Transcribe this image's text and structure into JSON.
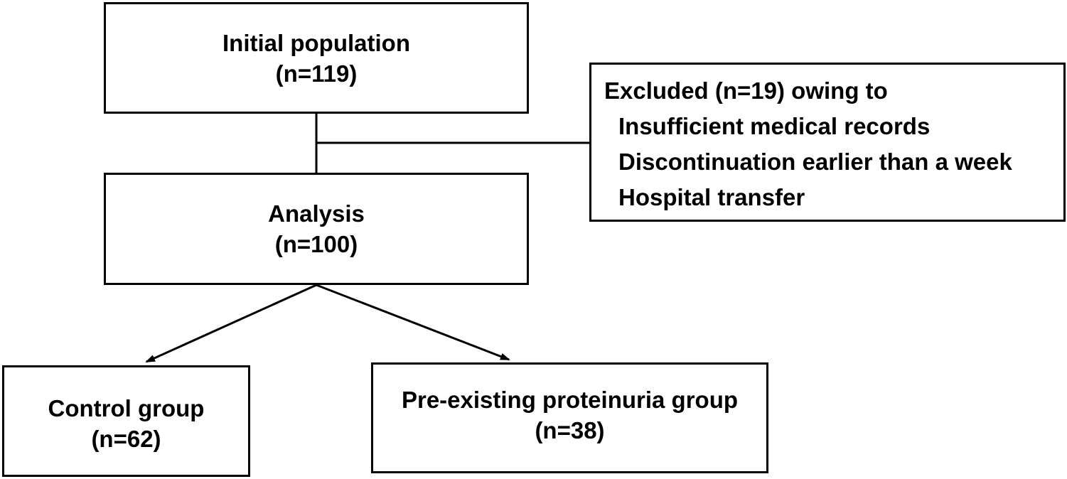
{
  "initial": {
    "title": "Initial population",
    "count": "(n=119)"
  },
  "excluded": {
    "title": "Excluded (n=19) owing to",
    "reasons": [
      "Insufficient medical records",
      "Discontinuation earlier than a week",
      "Hospital transfer"
    ]
  },
  "analysis": {
    "title": "Analysis",
    "count": "(n=100)"
  },
  "control": {
    "title": "Control group",
    "count": "(n=62)"
  },
  "preexisting": {
    "title": "Pre-existing proteinuria group",
    "count": "(n=38)"
  },
  "colors": {
    "line": "#000000",
    "background": "#ffffff"
  }
}
